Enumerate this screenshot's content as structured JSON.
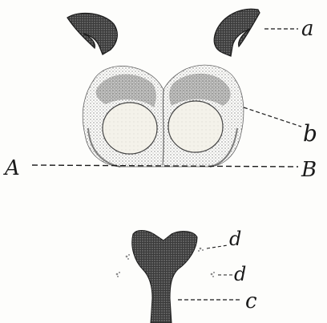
{
  "figure": {
    "labels": {
      "a": "a",
      "b": "b",
      "c": "c",
      "d_upper": "d",
      "d_lower": "d",
      "A": "A",
      "B": "B"
    },
    "colors": {
      "ink": "#1a1a1a",
      "stipple_dark": "#2a2a2a",
      "stipple_light": "#cfcfcf",
      "paper": "#fdfdfb"
    }
  }
}
